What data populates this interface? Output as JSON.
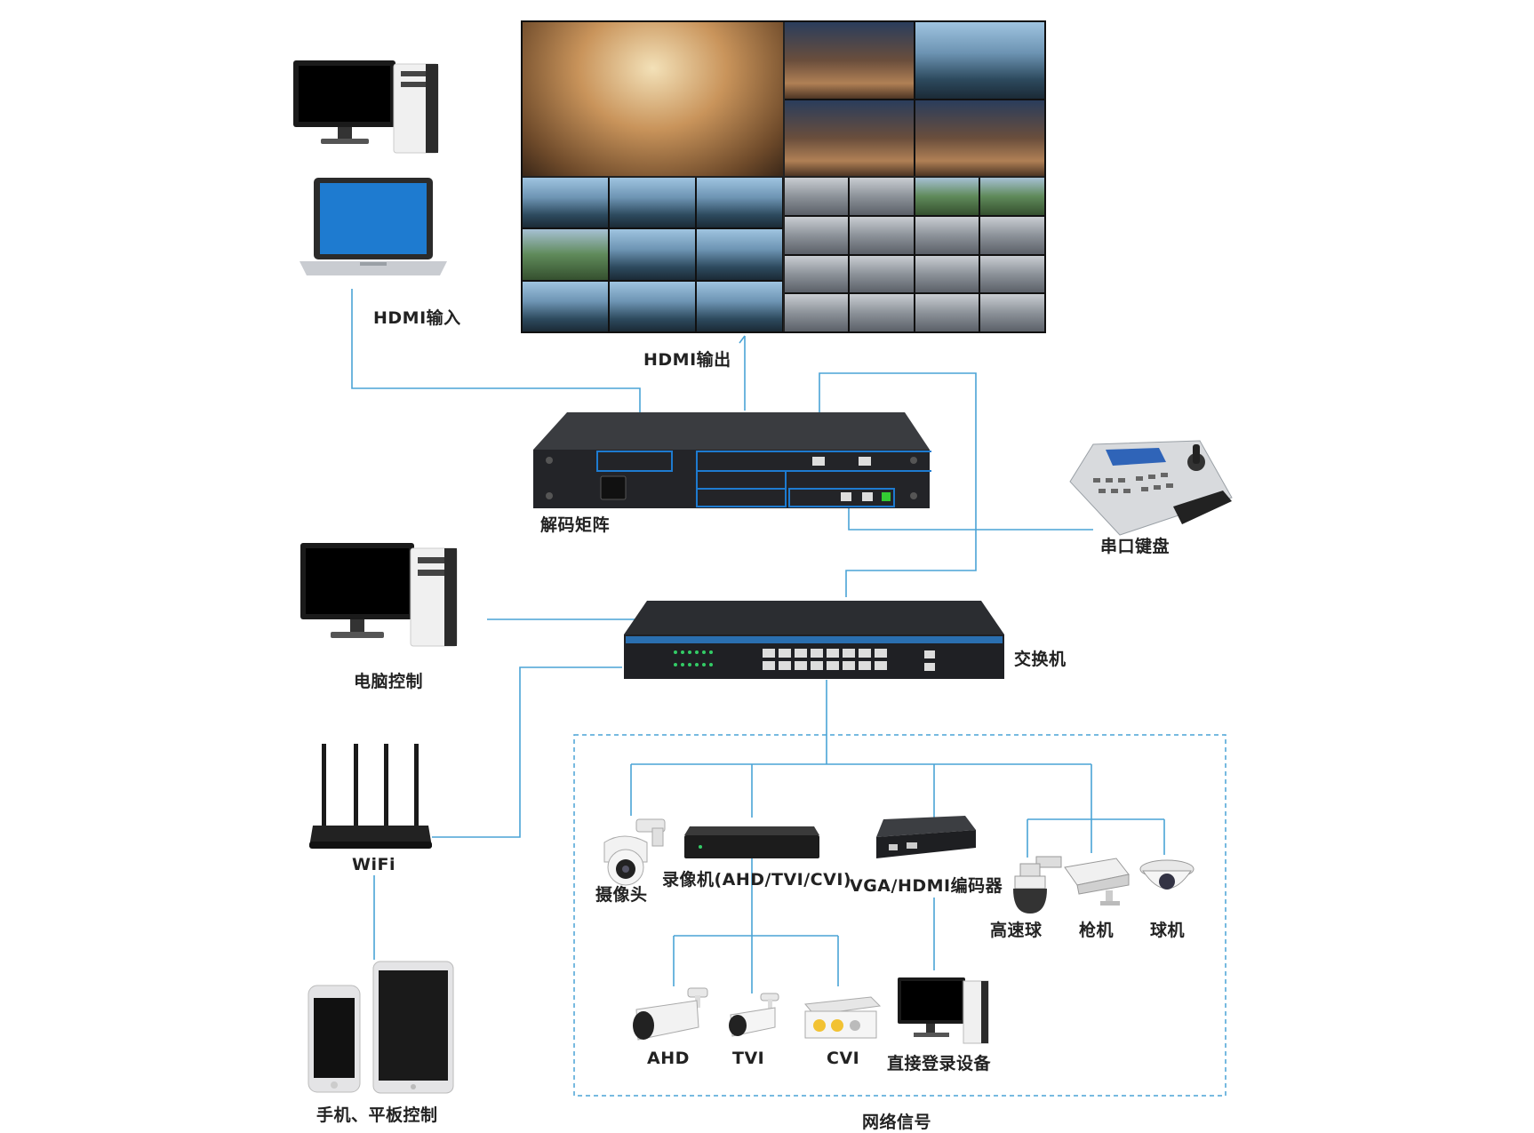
{
  "labels": {
    "hdmi_in": "HDMI输入",
    "hdmi_out": "HDMI输出",
    "decoder": "解码矩阵",
    "serial_keyboard": "串口键盘",
    "switch": "交换机",
    "pc_control": "电脑控制",
    "wifi": "WiFi",
    "mobile_control": "手机、平板控制",
    "camera": "摄像头",
    "recorder": "录像机(AHD/TVI/CVI)",
    "encoder": "VGA/HDMI编码器",
    "high_speed_dome": "高速球",
    "bullet": "枪机",
    "dome": "球机",
    "ahd": "AHD",
    "tvi": "TVI",
    "cvi": "CVI",
    "direct_login": "直接登录设备",
    "network_signal": "网络信号"
  },
  "colors": {
    "wire": "#4aa3d6",
    "dashed_box": "#4aa3d6",
    "device_dark": "#2b2d31",
    "screen_blue": "#1e7bd0"
  },
  "icons": {
    "desktop": "desktop-pc-icon",
    "laptop": "laptop-icon",
    "video_wall": "video-wall-icon",
    "decoder": "decoder-matrix-icon",
    "keyboard": "ptz-keyboard-icon",
    "switch": "network-switch-icon",
    "router": "wifi-router-icon",
    "phone": "smartphone-icon",
    "tablet": "tablet-icon",
    "ptz_camera": "ptz-camera-icon",
    "nvr": "nvr-recorder-icon",
    "encoder": "video-encoder-icon",
    "speed_dome": "speed-dome-icon",
    "bullet_cam": "bullet-camera-icon",
    "dome_cam": "dome-camera-icon"
  }
}
